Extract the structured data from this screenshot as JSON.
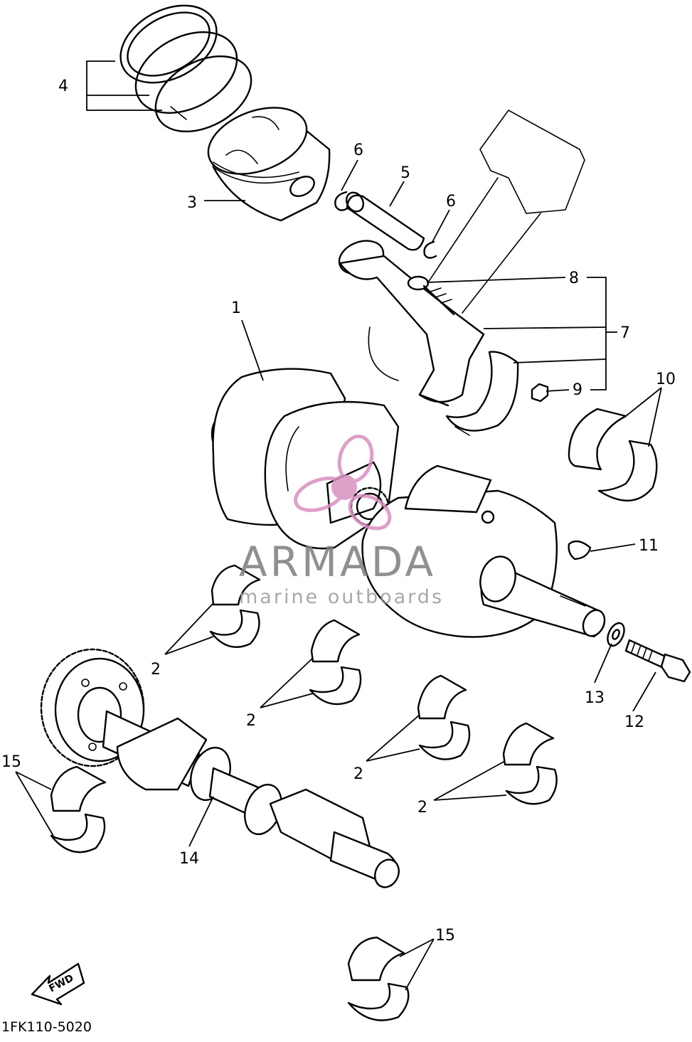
{
  "callouts": {
    "c1": "1",
    "c2a": "2",
    "c2b": "2",
    "c2c": "2",
    "c2d": "2",
    "c3": "3",
    "c4": "4",
    "c5": "5",
    "c6a": "6",
    "c6b": "6",
    "c7": "7",
    "c8": "8",
    "c9": "9",
    "c10": "10",
    "c11": "11",
    "c12": "12",
    "c13": "13",
    "c14": "14",
    "c15a": "15",
    "c15b": "15"
  },
  "diagram_code": "1FK110-5020",
  "fwd_label": "FWD",
  "watermark": {
    "brand": "ARMADA",
    "tagline": "marine outboards",
    "color": "#d98fc0"
  }
}
